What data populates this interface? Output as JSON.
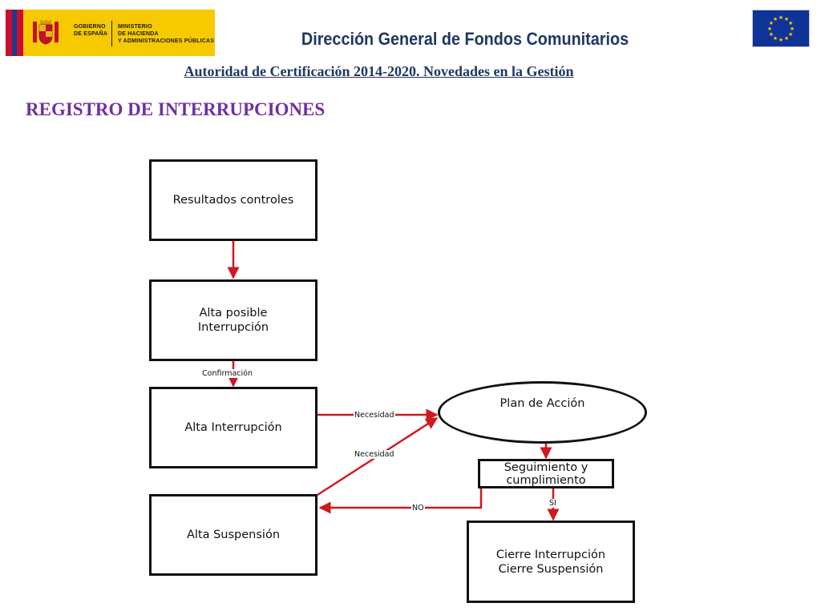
{
  "header": {
    "government_line": "GOBIERNO\nDE ESPAÑA",
    "ministry_line": "MINISTERIO\nDE HACIENDA\nY ADMINISTRACIONES PÚBLICAS",
    "title": "Dirección General de Fondos Comunitarios",
    "subtitle": "Autoridad de Certificación 2014-2020. Novedades en la Gestión"
  },
  "section_title": "REGISTRO DE INTERRUPCIONES",
  "diagram": {
    "nodes": {
      "resultados": "Resultados controles",
      "alta_posible": "Alta posible\nInterrupción",
      "alta_interrupcion": "Alta Interrupción",
      "alta_suspension": "Alta Suspensión",
      "plan_accion": "Plan de Acción",
      "seguimiento": "Seguimiento y\ncumplimiento",
      "cierre": "Cierre Interrupción\nCierre Suspensión"
    },
    "edge_labels": {
      "confirmacion": "Confirmación",
      "necesidad_1": "Necesidad",
      "necesidad_2": "Necesidad",
      "no": "NO",
      "si": "SI"
    }
  },
  "colors": {
    "connector": "#d0181f",
    "node_border": "#111111",
    "title": "#1f3763",
    "section_title": "#7030a0",
    "logo_yellow": "#f6c900",
    "eu_blue": "#0f3497"
  }
}
